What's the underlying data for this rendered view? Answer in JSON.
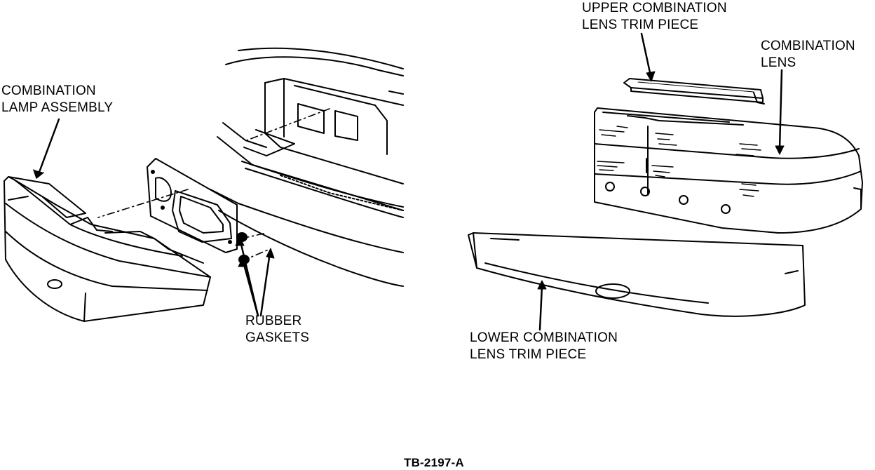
{
  "labels": {
    "combination_lamp_assembly": [
      "COMBINATION",
      "LAMP ASSEMBLY"
    ],
    "rubber_gaskets": [
      "RUBBER",
      "GASKETS"
    ],
    "upper_trim": [
      "UPPER COMBINATION",
      "LENS TRIM PIECE"
    ],
    "combination_lens": [
      "COMBINATION",
      "LENS"
    ],
    "lower_trim": [
      "LOWER COMBINATION",
      "LENS TRIM PIECE"
    ]
  },
  "figure_id": "TB-2197-A",
  "colors": {
    "ink": "#000000",
    "paper": "#ffffff"
  }
}
